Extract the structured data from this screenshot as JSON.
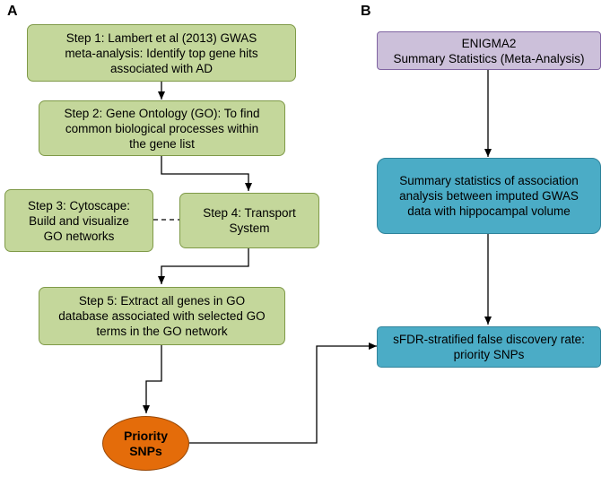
{
  "panels": {
    "a_label": "A",
    "b_label": "B"
  },
  "colors": {
    "green_fill": "#c4d79b",
    "purple_fill": "#ccc0da",
    "teal_fill": "#4bacc6",
    "orange_fill": "#e46c0a"
  },
  "steps": {
    "step1": "Step 1: Lambert et al (2013) GWAS\nmeta-analysis: Identify top gene hits\nassociated with AD",
    "step2": "Step 2: Gene Ontology (GO): To find\ncommon biological processes within\nthe gene list",
    "step3": "Step 3: Cytoscape:\nBuild and visualize\nGO networks",
    "step4": "Step 4: Transport\nSystem",
    "step5": "Step 5: Extract all genes in GO\ndatabase associated with selected GO\nterms in the GO network"
  },
  "priority": "Priority\nSNPs",
  "enigma": "ENIGMA2\nSummary Statistics (Meta-Analysis)",
  "summary": "Summary statistics of association\nanalysis between imputed GWAS\ndata with hippocampal volume",
  "sfdr": "sFDR-stratified false discovery rate:\npriority SNPs"
}
